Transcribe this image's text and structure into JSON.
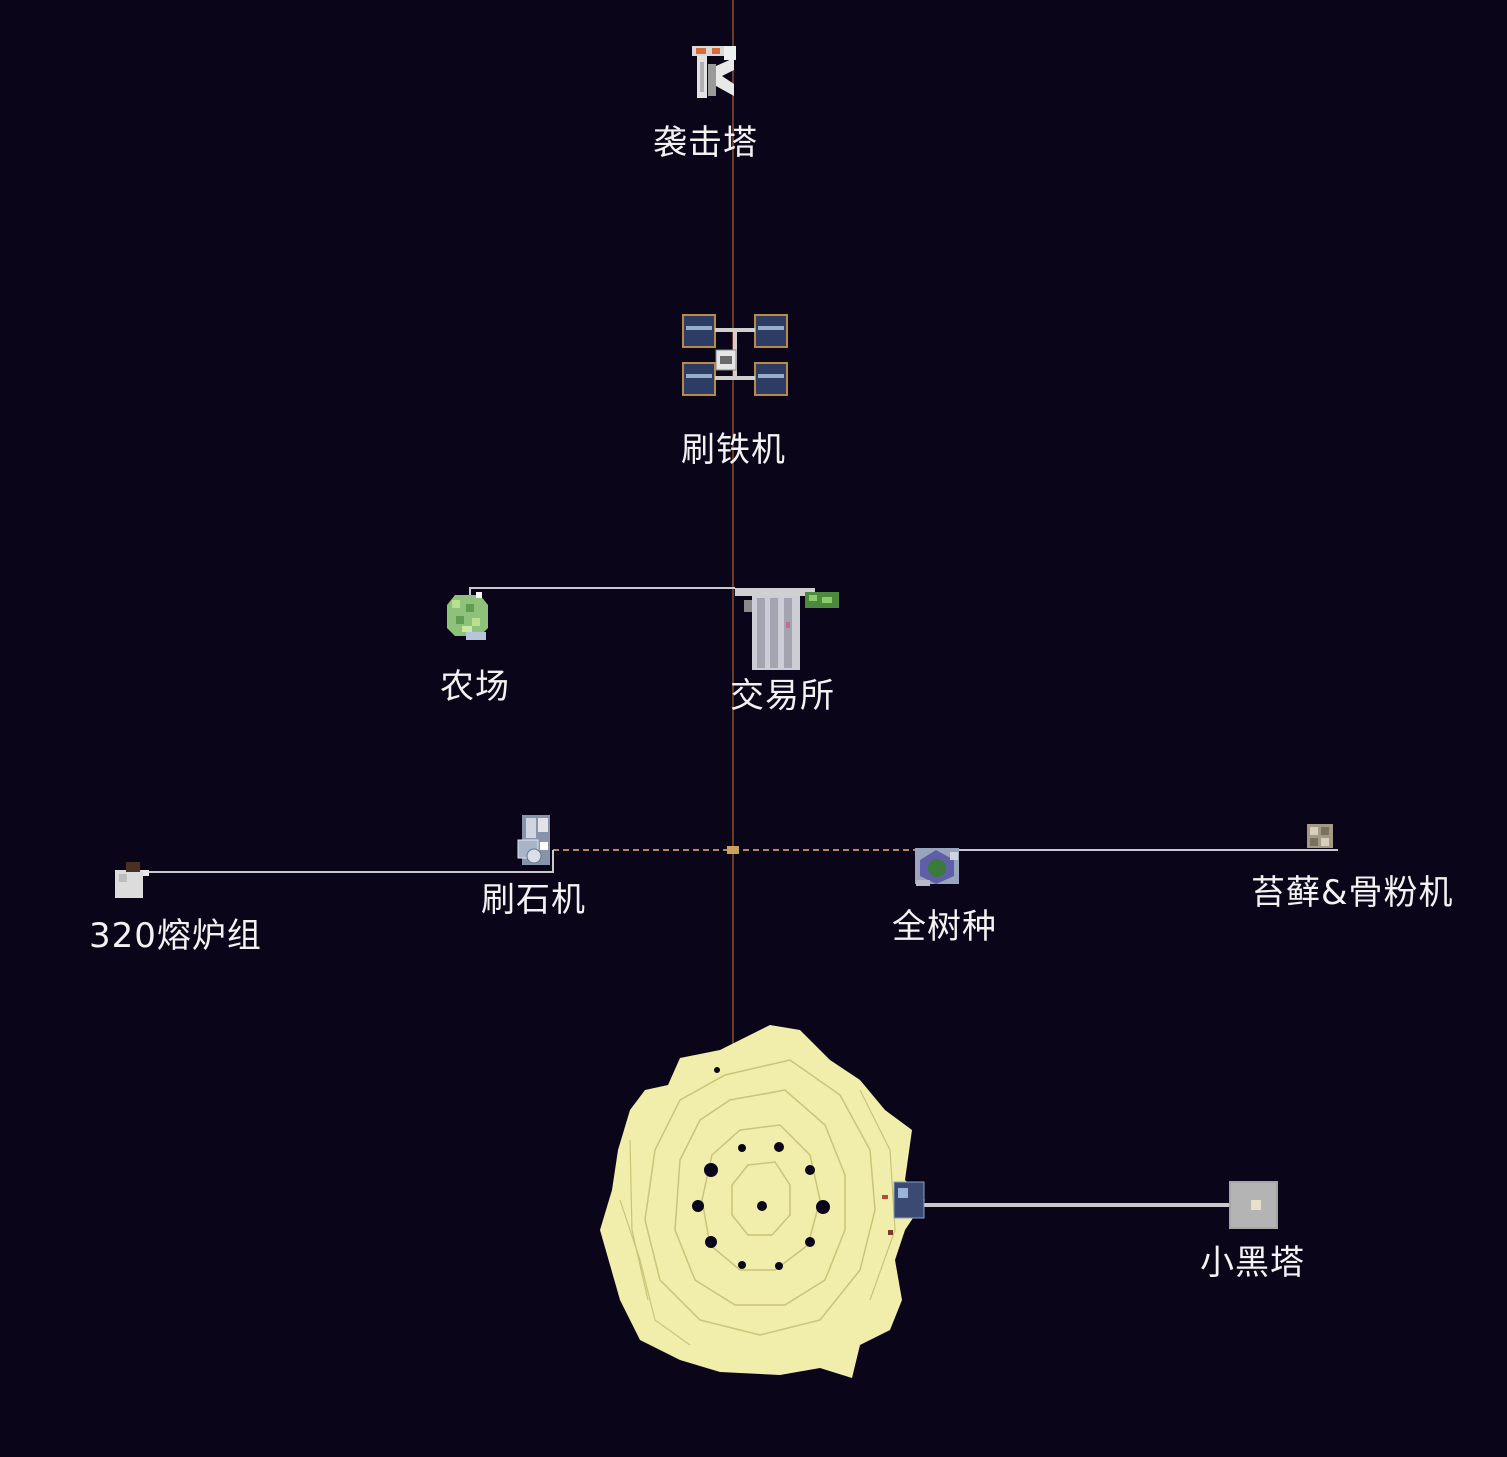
{
  "map": {
    "background": "#0a0519",
    "colors": {
      "main_axis": "#6b3a2a",
      "rail": "#c9c9cc",
      "rail_dashed": "#b58a5a",
      "island_fill": "#f0eeaa",
      "island_contour": "#c8c47a",
      "label": "#f2f2f2"
    },
    "locations": [
      {
        "id": "raid-tower",
        "label": "袭击塔",
        "icon": "raid-tower-icon"
      },
      {
        "id": "iron-farm",
        "label": "刷铁机",
        "icon": "iron-farm-icon"
      },
      {
        "id": "farm",
        "label": "农场",
        "icon": "farm-icon"
      },
      {
        "id": "trading-hall",
        "label": "交易所",
        "icon": "trading-hall-icon"
      },
      {
        "id": "stone-farm",
        "label": "刷石机",
        "icon": "stone-farm-icon"
      },
      {
        "id": "furnace-array",
        "label": "320熔炉组",
        "icon": "furnace-array-icon"
      },
      {
        "id": "tree-farm",
        "label": "全树种",
        "icon": "tree-farm-icon"
      },
      {
        "id": "moss-bonemeal",
        "label": "苔藓&骨粉机",
        "icon": "moss-bonemeal-icon"
      },
      {
        "id": "small-black-tower",
        "label": "小黑塔",
        "icon": "small-black-tower-icon"
      }
    ],
    "main_island": {
      "name": "main-end-island",
      "icon": "end-island-icon"
    }
  }
}
